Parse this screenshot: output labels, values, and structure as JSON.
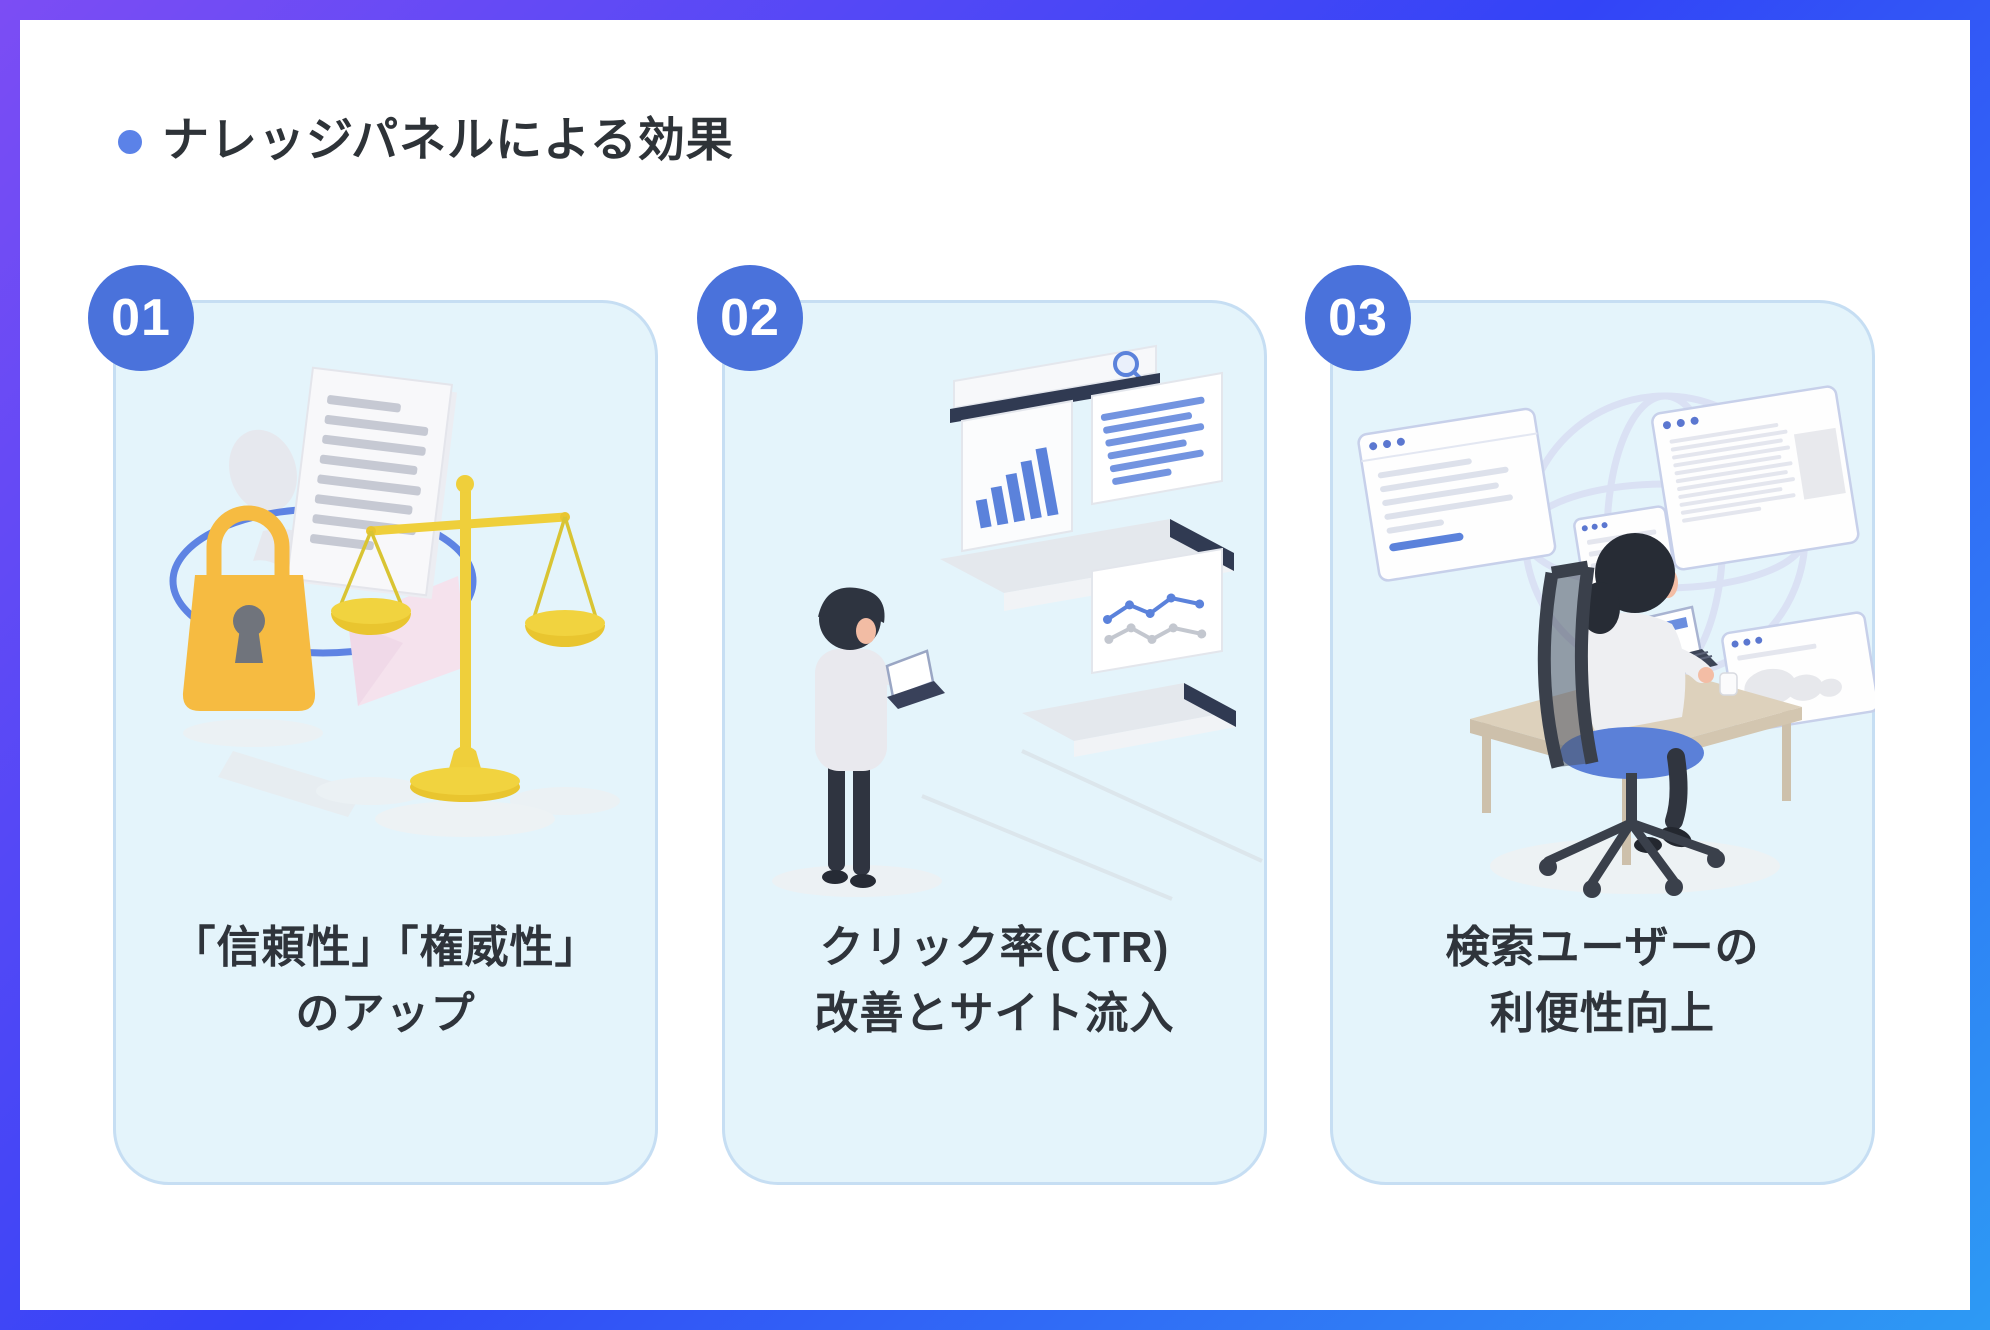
{
  "title": {
    "text": "ナレッジパネルによる効果"
  },
  "cards": [
    {
      "number": "01",
      "caption": {
        "line1": "「信頼性」「権威性」",
        "line2": "のアップ"
      },
      "illustration": "trust-authority-illustration"
    },
    {
      "number": "02",
      "caption": {
        "line1": "クリック率(CTR)",
        "line2": "改善とサイト流入"
      },
      "illustration": "ctr-improvement-illustration"
    },
    {
      "number": "03",
      "caption": {
        "line1": "検索ユーザーの",
        "line2": "利便性向上"
      },
      "illustration": "user-convenience-illustration"
    }
  ],
  "colors": {
    "frame_gradient_start": "#7C4DF4",
    "frame_gradient_mid": "#3344F7",
    "frame_gradient_end": "#2D9AF4",
    "badge_blue": "#4A72DB",
    "card_background": "#E4F4FB",
    "card_border": "#C6DEF3",
    "bullet_blue": "#5B82E8",
    "text_dark": "#2F343B",
    "illustration_blue": "#5B82DB",
    "lock_yellow": "#F6BB41",
    "scale_yellow": "#EFCF3B"
  }
}
